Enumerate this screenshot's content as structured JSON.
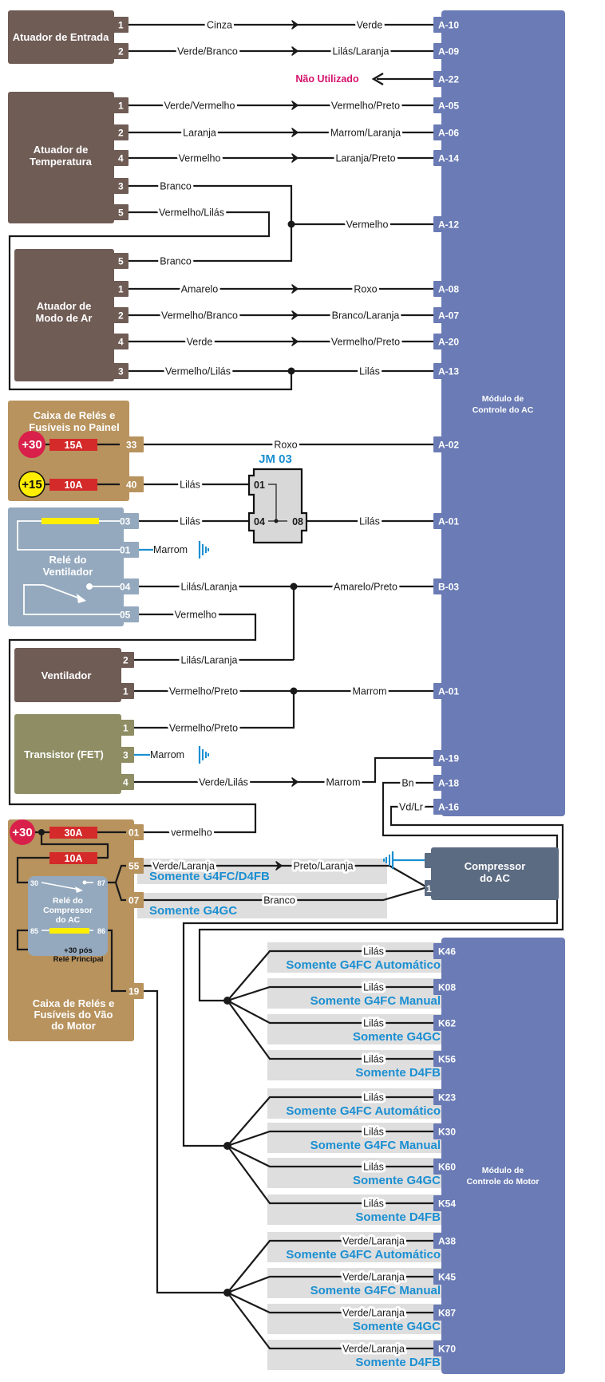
{
  "colors": {
    "wire": "#1a1a1a",
    "ground_wire": "#1b8fd2",
    "module": "#6a7bb5",
    "actuator": "#6f5c55",
    "transistor": "#8e8d63",
    "fuse_box": "#b8935e",
    "relay": "#94a9be",
    "compressor": "#5b6b82",
    "fuse": "#d42a2a",
    "plus30": "#d8204a",
    "plus15": "#ffee00",
    "note": "#1b8fd2",
    "not_used": "#d4126c",
    "band": "#dedede"
  },
  "ac_module": {
    "label_lines": [
      "Módulo de",
      "Controle do AC"
    ],
    "pins": [
      "A-10",
      "A-09",
      "A-22",
      "A-05",
      "A-06",
      "A-14",
      "A-12",
      "A-08",
      "A-07",
      "A-20",
      "A-13",
      "A-02",
      "A-01",
      "B-03",
      "A-01",
      "A-19",
      "A-18",
      "A-16"
    ]
  },
  "not_used": "Não Utilizado",
  "atuador_entrada": {
    "label_lines": [
      "Atuador de Entrada"
    ],
    "pins": [
      "1",
      "2"
    ],
    "wires": [
      [
        "Cinza",
        "Verde"
      ],
      [
        "Verde/Branco",
        "Lilás/Laranja"
      ]
    ]
  },
  "atuador_temperatura": {
    "label_lines": [
      "Atuador de",
      "Temperatura"
    ],
    "pins": [
      "1",
      "2",
      "4",
      "3",
      "5"
    ],
    "wires": [
      [
        "Verde/Vermelho",
        "Vermelho/Preto"
      ],
      [
        "Laranja",
        "Marrom/Laranja"
      ],
      [
        "Vermelho",
        "Laranja/Preto"
      ],
      [
        "Branco"
      ],
      [
        "Vermelho/Lilás"
      ]
    ],
    "a12_wire": "Vermelho"
  },
  "atuador_modo": {
    "label_lines": [
      "Atuador de",
      "Modo de Ar"
    ],
    "pins": [
      "5",
      "1",
      "2",
      "4",
      "3"
    ],
    "wires": [
      [
        "Branco"
      ],
      [
        "Amarelo",
        "Roxo"
      ],
      [
        "Vermelho/Branco",
        "Branco/Laranja"
      ],
      [
        "Verde",
        "Vermelho/Preto"
      ],
      [
        "Vermelho/Lilás",
        "Lilás"
      ]
    ]
  },
  "caixa_painel": {
    "label_lines": [
      "Caixa de  Relés e",
      "Fusíveis no Painel"
    ],
    "supplies": [
      "+30",
      "+15"
    ],
    "fuses": [
      "15A",
      "10A"
    ],
    "pins": [
      "33",
      "40"
    ],
    "wires": [
      "Roxo",
      "Lilás"
    ]
  },
  "jm03": {
    "label": "JM 03",
    "pins": [
      "01",
      "04",
      "08"
    ],
    "wire_out": "Lilás"
  },
  "rele_ventilador": {
    "label_lines": [
      "Relé do",
      "Ventilador"
    ],
    "pins": [
      "03",
      "01",
      "04",
      "05"
    ],
    "wires": [
      "Lilás",
      "Marrom",
      "Lilás/Laranja",
      "Vermelho"
    ],
    "b03_wire": "Amarelo/Preto"
  },
  "ventilador": {
    "label_lines": [
      "Ventilador"
    ],
    "pins": [
      "2",
      "1"
    ],
    "wires": [
      "Lilás/Laranja",
      "Vermelho/Preto"
    ],
    "a01_wire": "Marrom"
  },
  "transistor": {
    "label_lines": [
      "Transistor (FET)"
    ],
    "pins": [
      "1",
      "3",
      "4"
    ],
    "wires": [
      "Vermelho/Preto",
      "Marrom",
      "Verde/Lilás",
      "Marrom"
    ]
  },
  "a18_wire": "Bn",
  "a16_wire": "Vd/Lr",
  "caixa_motor": {
    "label_lines": [
      "Caixa de  Relés e",
      "Fusíveis do Vão",
      "do Motor"
    ],
    "supply": "+30",
    "fuses": [
      "30A",
      "10A"
    ],
    "pins": [
      "01",
      "55",
      "07",
      "19"
    ],
    "wires": [
      "vermelho",
      "Verde/Laranja",
      "Preto/Laranja",
      "Branco"
    ],
    "notes": [
      "Somente G4FC/D4FB",
      "Somente G4GC"
    ],
    "relay": {
      "label_lines": [
        "Relé do",
        "Compressor",
        "do AC"
      ],
      "pins": [
        "30",
        "87",
        "85",
        "86"
      ],
      "note_lines": [
        "+30 pós",
        "Relé Principal"
      ]
    }
  },
  "compressor": {
    "label_lines": [
      "Compressor",
      "do AC"
    ],
    "pin": "1"
  },
  "ecm": {
    "label_lines": [
      "Módulo de",
      "Controle do Motor"
    ],
    "pins": [
      {
        "pin": "K46",
        "wire": "Lilás",
        "note": "Somente G4FC Automático"
      },
      {
        "pin": "K08",
        "wire": "Lilás",
        "note": "Somente G4FC Manual"
      },
      {
        "pin": "K62",
        "wire": "Lilás",
        "note": "Somente G4GC"
      },
      {
        "pin": "K56",
        "wire": "Lilás",
        "note": "Somente D4FB"
      },
      {
        "pin": "K23",
        "wire": "Lilás",
        "note": "Somente G4FC Automático"
      },
      {
        "pin": "K30",
        "wire": "Lilás",
        "note": "Somente G4FC Manual"
      },
      {
        "pin": "K60",
        "wire": "Lilás",
        "note": "Somente G4GC"
      },
      {
        "pin": "K54",
        "wire": "Lilás",
        "note": "Somente D4FB"
      },
      {
        "pin": "A38",
        "wire": "Verde/Laranja",
        "note": "Somente G4FC Automático"
      },
      {
        "pin": "K45",
        "wire": "Verde/Laranja",
        "note": "Somente G4FC Manual"
      },
      {
        "pin": "K87",
        "wire": "Verde/Laranja",
        "note": "Somente G4GC"
      },
      {
        "pin": "K70",
        "wire": "Verde/Laranja",
        "note": "Somente D4FB"
      }
    ]
  }
}
